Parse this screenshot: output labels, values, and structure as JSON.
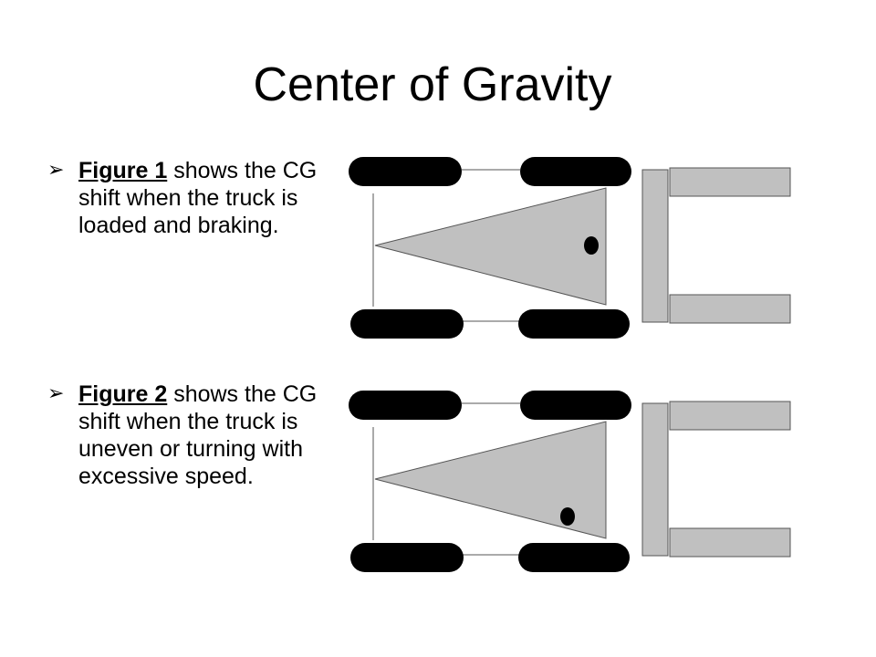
{
  "slide": {
    "title": "Center of Gravity",
    "bullets": [
      {
        "marker": "➢",
        "figure_ref": "Figure 1",
        "text": " shows the CG shift when the truck is loaded and braking."
      },
      {
        "marker": "➢",
        "figure_ref": "Figure 2",
        "text": " shows the CG shift when the truck is uneven or turning with excessive speed."
      }
    ]
  },
  "diagrams": {
    "colors": {
      "wheel": "#000000",
      "stability_triangle": "#c0c0c0",
      "mast_and_forks": "#c0c0c0",
      "center_of_gravity": "#000000",
      "outline": "#555555"
    },
    "figure_1": {
      "cg_position": "inside triangle near front axle, centered laterally"
    },
    "figure_2": {
      "cg_position": "inside triangle near front axle, shifted toward lower (right-side) wheels"
    }
  }
}
